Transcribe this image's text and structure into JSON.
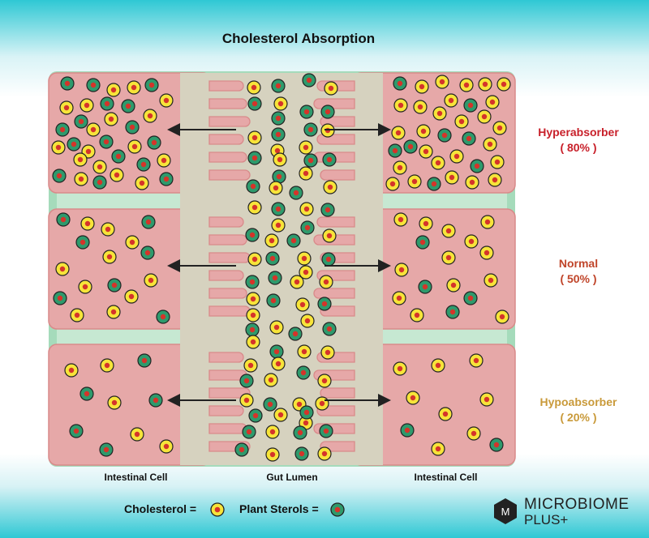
{
  "title": "Cholesterol Absorption",
  "rows": [
    {
      "name": "Hyperabsorber",
      "percent": "( 80% )",
      "color": "#c8202a"
    },
    {
      "name": "Normal",
      "percent": "( 50% )",
      "color": "#c0452a"
    },
    {
      "name": "Hypoabsorber",
      "percent": "( 20% )",
      "color": "#c99a3a"
    }
  ],
  "labels": {
    "left_cell": "Intestinal Cell",
    "lumen": "Gut Lumen",
    "right_cell": "Intestinal Cell"
  },
  "legend": {
    "cholesterol": "Cholesterol =",
    "plant_sterols": "Plant Sterols ="
  },
  "brand": {
    "line1": "MICROBIOME",
    "line2": "PLUS+",
    "mark": "M"
  },
  "colors": {
    "cell_fill": "#e6a8a8",
    "cell_stroke": "#d98a8a",
    "lumen_fill": "#d6d2bf",
    "mucosa_green": "#9dd6b3",
    "cholesterol_outer": "#f7e43a",
    "cholesterol_inner": "#d4342a",
    "sterol_outer": "#2e9a6c",
    "sterol_inner": "#d4342a"
  }
}
